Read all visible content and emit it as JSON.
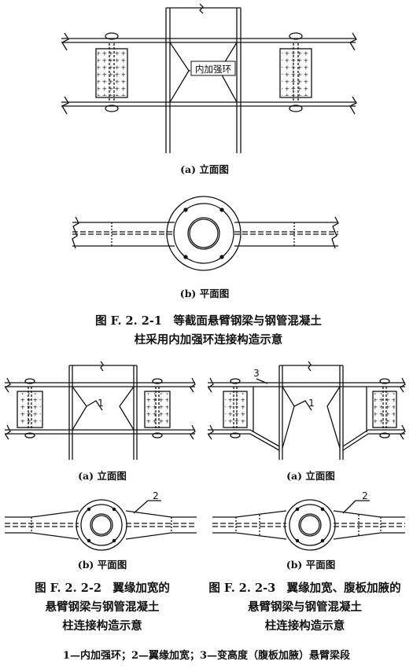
{
  "fig1": {
    "ring_label": "内加强环",
    "sub_a": "(a) 立面图",
    "sub_b": "(b) 平面图",
    "title_line1": "图 F. 2. 2-1　等截面悬臂钢梁与钢管混凝土",
    "title_line2": "柱采用内加强环连接构造示意"
  },
  "fig2": {
    "callout_1": "1",
    "callout_2": "2",
    "sub_a": "(a) 立面图",
    "sub_b": "(b) 平面图",
    "title_line1": "图 F. 2. 2-2　翼缘加宽的",
    "title_line2": "悬臂钢梁与钢管混凝土",
    "title_line3": "柱连接构造示意"
  },
  "fig3": {
    "callout_1": "1",
    "callout_2": "2",
    "callout_3": "3",
    "sub_a": "(a) 立面图",
    "sub_b": "(b) 平面图",
    "title_line1": "图 F. 2. 2-3　翼缘加宽、腹板加腋的",
    "title_line2": "悬臂钢梁与钢管混凝土",
    "title_line3": "柱连接构造示意"
  },
  "legend": "1—内加强环；2—翼缘加宽；3—变高度（腹板加腋）悬臂梁段"
}
